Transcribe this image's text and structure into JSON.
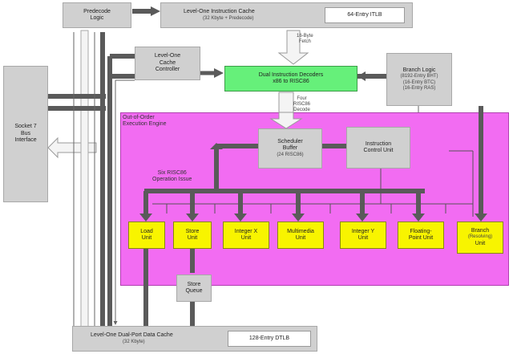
{
  "colors": {
    "pink_region": "#f26cf2",
    "unit_yellow": "#f8f400",
    "decoder_green": "#66f07a",
    "block_gray": "#d0d0d0",
    "bus_dark": "#5a5a5a"
  },
  "blocks": {
    "predecode": {
      "line1": "Predecode",
      "line2": "Logic"
    },
    "l1_icache": {
      "title": "Level-One Instruction Cache",
      "sub": "(32 Kbyte + Predecode)",
      "itlb": "64-Entry ITLB"
    },
    "cache_controller": {
      "line1": "Level-One",
      "line2": "Cache",
      "line3": "Controller"
    },
    "socket": {
      "line1": "Socket 7",
      "line2": "Bus",
      "line3": "Interface"
    },
    "decoders": {
      "line1": "Dual Instruction Decoders",
      "line2": "x86 to RISC86"
    },
    "branch_logic": {
      "line1": "Branch Logic",
      "line2": "(8192-Entry BHT)",
      "line3": "(16-Entry BTC)",
      "line4": "(16-Entry RAS)"
    },
    "scheduler": {
      "line1": "Scheduler",
      "line2": "Buffer",
      "line3": "(24 RISC86)"
    },
    "icu": {
      "line1": "Instruction",
      "line2": "Control Unit"
    },
    "store_queue": {
      "line1": "Store",
      "line2": "Queue"
    },
    "l1_dcache": {
      "title": "Level-One Dual-Port Data Cache",
      "sub": "(32 Kbyte)",
      "dtlb": "128-Entry DTLB"
    }
  },
  "ooo": {
    "line1": "Out-of-Order",
    "line2": "Execution Engine"
  },
  "issue_label": {
    "line1": "Six RISC86",
    "line2": "Operation Issue"
  },
  "arrow_labels": {
    "predecode_bits": [
      "16-Byte",
      "Fetch"
    ],
    "decoder_output": [
      "Four",
      "RISC86",
      "Decode"
    ]
  },
  "units": [
    {
      "l1": "Load",
      "l2": "Unit"
    },
    {
      "l1": "Store",
      "l2": "Unit"
    },
    {
      "l1": "Integer X",
      "l2": "Unit"
    },
    {
      "l1": "Multimedia",
      "l2": "Unit"
    },
    {
      "l1": "Integer Y",
      "l2": "Unit"
    },
    {
      "l1": "Floating-",
      "l2": "Point Unit"
    },
    {
      "l1": "Branch",
      "l2": "(Resolving)",
      "l3": "Unit"
    }
  ]
}
